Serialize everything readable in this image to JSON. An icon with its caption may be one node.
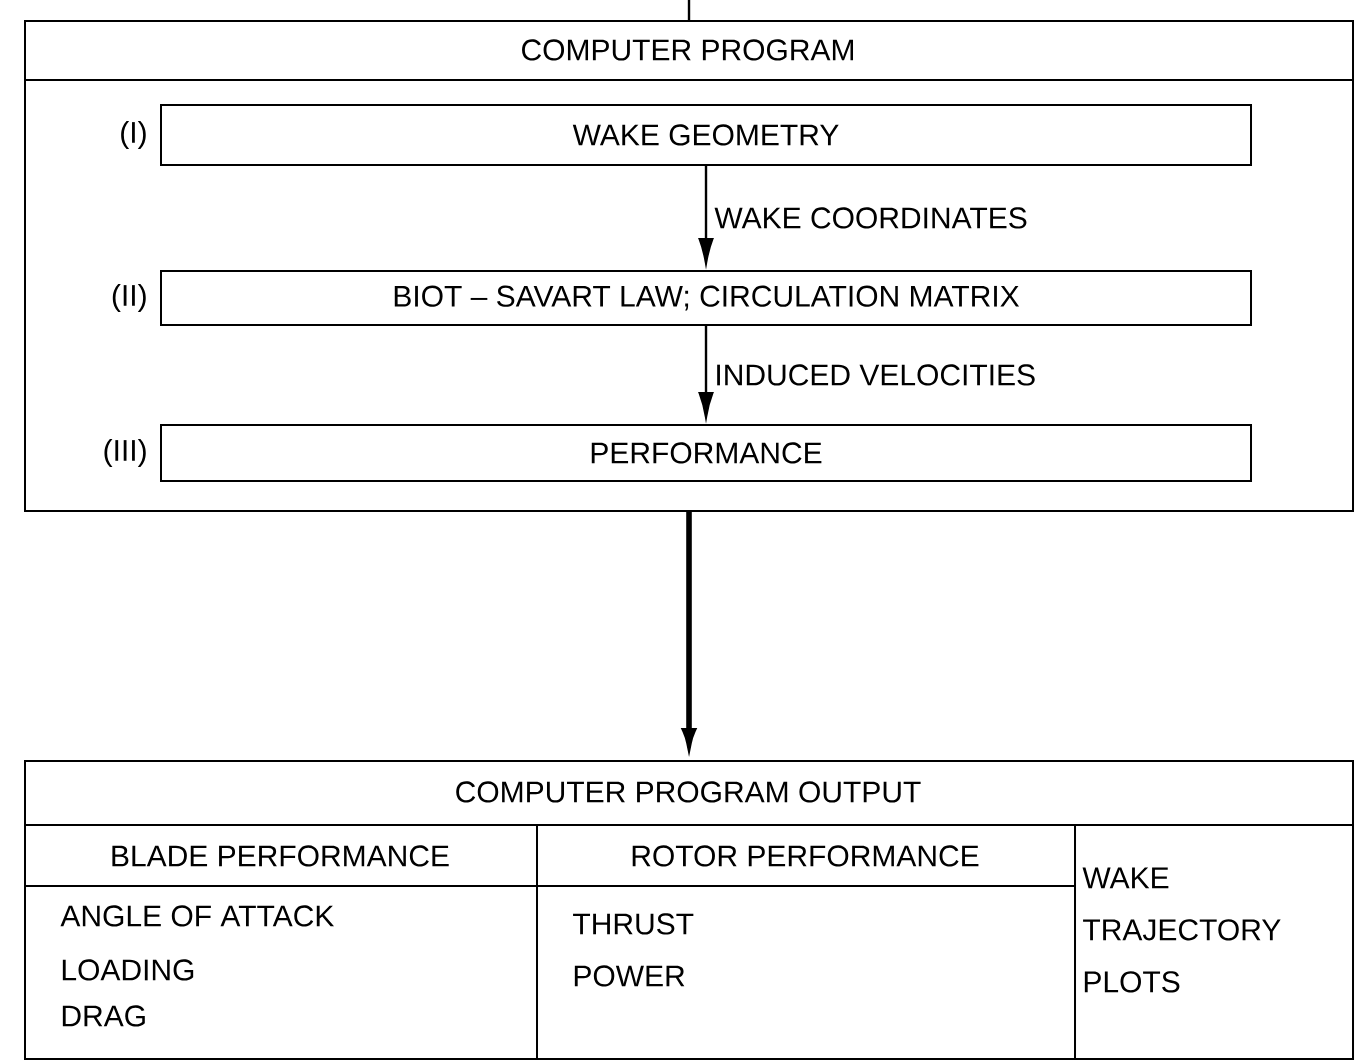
{
  "diagram": {
    "nodes": [
      {
        "text": [
          "COMPUTER PROGRAM"
        ]
      },
      {
        "text": [
          "WAKE GEOMETRY"
        ],
        "in": 0,
        "beside": [
          "(I)"
        ]
      },
      {
        "text": [
          "BIOT – SAVART LAW; CIRCULATION MATRIX"
        ],
        "in": 0,
        "beside": [
          "(II)"
        ]
      },
      {
        "text": [
          "PERFORMANCE"
        ],
        "in": 0,
        "beside": [
          "(III)"
        ]
      },
      {
        "text": [
          "COMPUTER PROGRAM OUTPUT"
        ]
      },
      {
        "text": [
          "BLADE PERFORMANCE",
          "ANGLE OF ATTACK",
          "LOADING",
          "DRAG"
        ],
        "in": 4
      },
      {
        "text": [
          "ROTOR PERFORMANCE",
          "THRUST",
          "POWER"
        ],
        "in": 4
      },
      {
        "text": [
          "WAKE TRAJECTORY PLOTS"
        ],
        "in": 4
      }
    ],
    "edges": [
      {
        "from": null,
        "to": 0,
        "arrow": "none"
      },
      {
        "from": 1,
        "to": 2,
        "arrow": "to",
        "label": "WAKE COORDINATES"
      },
      {
        "from": 2,
        "to": 3,
        "arrow": "to",
        "label": "INDUCED VELOCITIES"
      },
      {
        "from": 0,
        "to": 4,
        "arrow": "to",
        "style": "thick"
      }
    ]
  }
}
